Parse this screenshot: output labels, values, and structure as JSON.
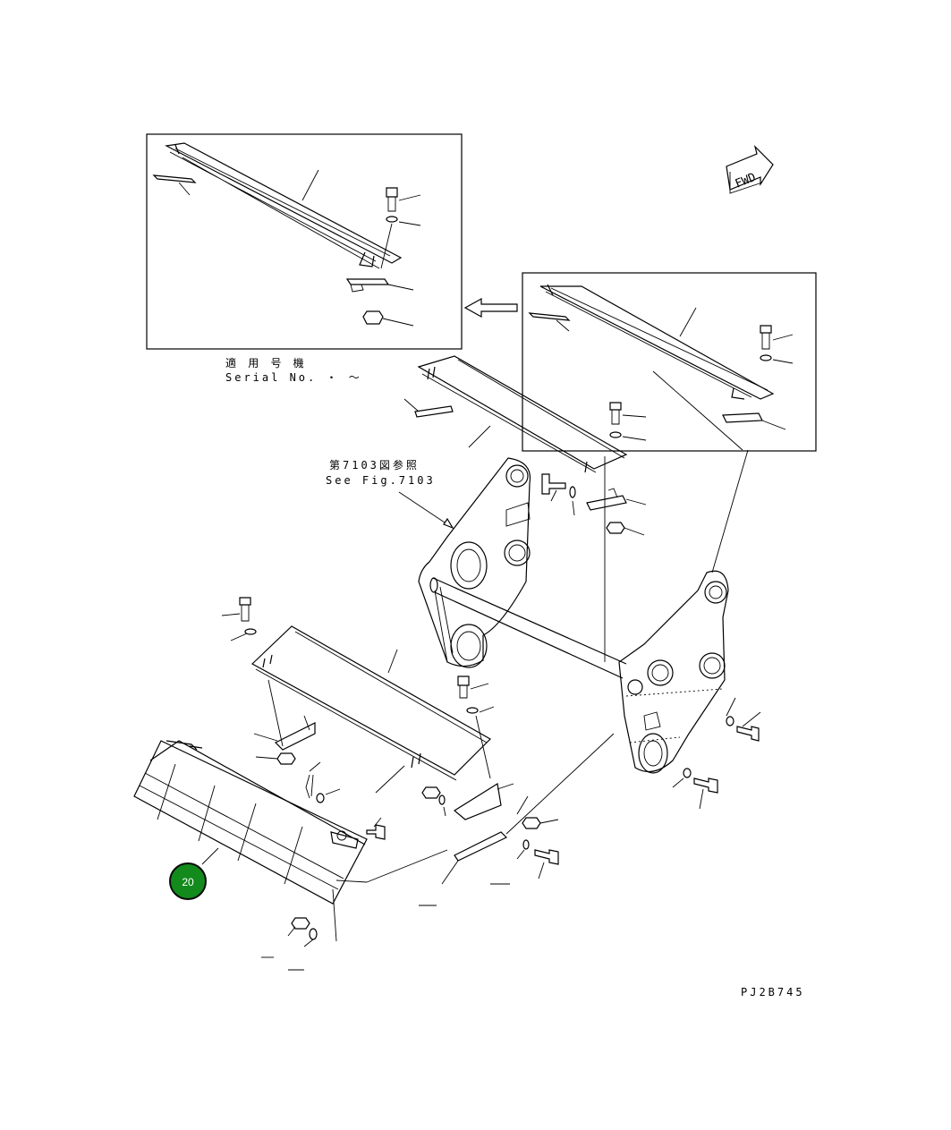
{
  "inset_label": {
    "serial_jp": "適 用 号 機",
    "serial_en": "Serial No.  ・ ～"
  },
  "reference": {
    "jp": "第7103図参照",
    "en": "See Fig.7103"
  },
  "fwd_label": "FWD",
  "drawing_code": "PJ2B745",
  "callout": {
    "number": "20",
    "color": "#138a1c",
    "border": "#0a0a0a"
  }
}
